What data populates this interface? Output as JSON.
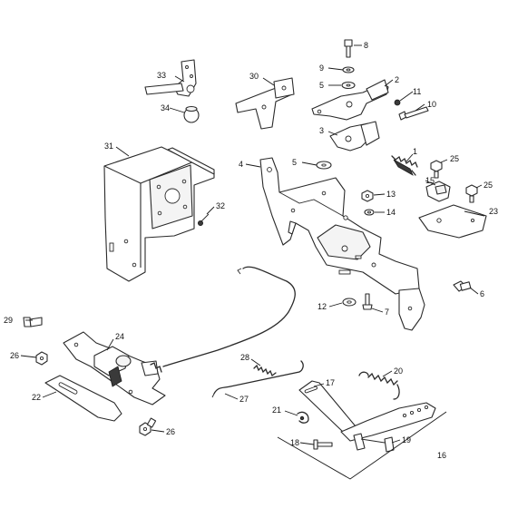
{
  "callouts": {
    "c1": "1",
    "c2": "2",
    "c3": "3",
    "c4": "4",
    "c5a": "5",
    "c5b": "5",
    "c6": "6",
    "c7": "7",
    "c8": "8",
    "c9": "9",
    "c10": "10",
    "c11": "11",
    "c12": "12",
    "c13": "13",
    "c14": "14",
    "c15": "15",
    "c16": "16",
    "c17": "17",
    "c18": "18",
    "c19": "19",
    "c20": "20",
    "c21": "21",
    "c22": "22",
    "c23": "23",
    "c24": "24",
    "c25a": "25",
    "c25b": "25",
    "c26a": "26",
    "c26b": "26",
    "c27": "27",
    "c28": "28",
    "c29": "29",
    "c30": "30",
    "c31": "31",
    "c32": "32",
    "c33": "33",
    "c34": "34"
  }
}
